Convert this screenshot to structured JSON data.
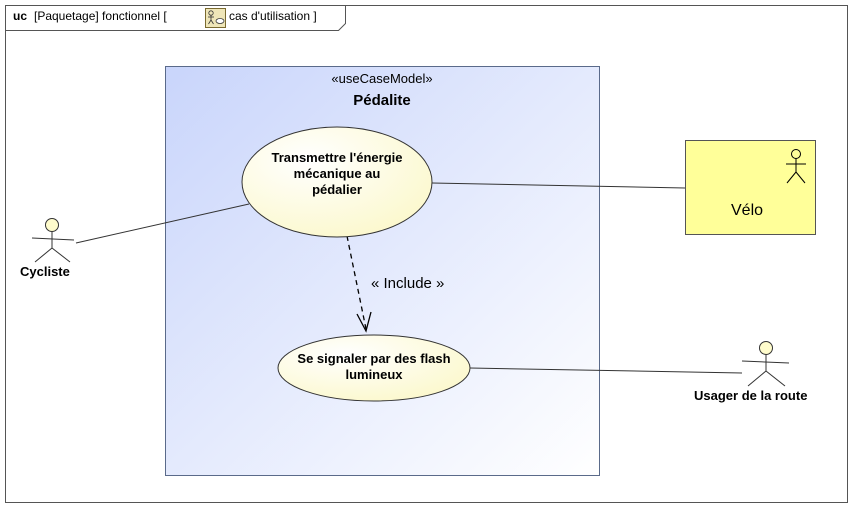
{
  "frame": {
    "kind": "uc",
    "text": "[Paquetage]  fonctionnel [",
    "diagram_name": "cas d'utilisation ]",
    "diagram_icon": "use-case-diagram-icon"
  },
  "system": {
    "stereotype": "«useCaseModel»",
    "name": "Pédalite"
  },
  "use_cases": {
    "transmettre": "Transmettre l'énergie mécanique au pédalier",
    "signaler": "Se signaler par des flash lumineux"
  },
  "actors": {
    "cycliste": "Cycliste",
    "velo": "Vélo",
    "usager": "Usager de la route"
  },
  "relations": {
    "include_label": "« Include »"
  },
  "colors": {
    "system_fill_start": "#c9d5fb",
    "system_fill_end": "#ffffff",
    "use_case_fill": "#fffccc",
    "actor_fill": "#ffff99",
    "actor_head": "#fffccc"
  }
}
